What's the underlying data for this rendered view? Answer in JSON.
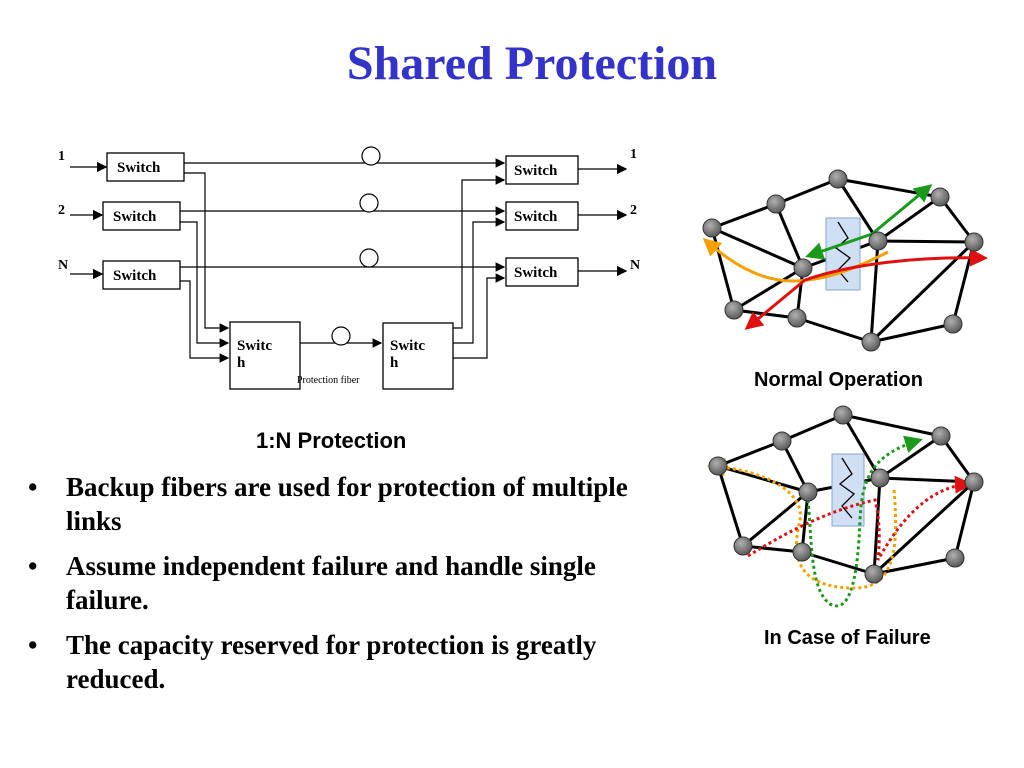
{
  "slide": {
    "title": "Shared Protection"
  },
  "diagram_1n": {
    "caption": "1:N Protection",
    "switch_label": "Switch",
    "protection_switch_line1": "Switc",
    "protection_switch_line2": "h",
    "protection_fiber_label": "Protection fiber",
    "input_labels": [
      "1",
      "2",
      "N"
    ],
    "output_labels": [
      "1",
      "2",
      "N"
    ]
  },
  "networks": {
    "normal_caption": "Normal Operation",
    "failure_caption": "In Case of Failure",
    "colors": {
      "node": "#7a7a7a",
      "link": "#000000",
      "orange_path": "#f5a000",
      "green_path": "#1a9a1a",
      "red_path": "#e01010",
      "failure_fill": "#cfe0f5"
    }
  },
  "bullets": [
    {
      "bullet": "•",
      "text": "Backup fibers are used for protection of multiple links"
    },
    {
      "bullet": "•",
      "text": "Assume independent failure and handle single failure."
    },
    {
      "bullet": "•",
      "text": "The capacity reserved for protection is greatly reduced."
    }
  ]
}
